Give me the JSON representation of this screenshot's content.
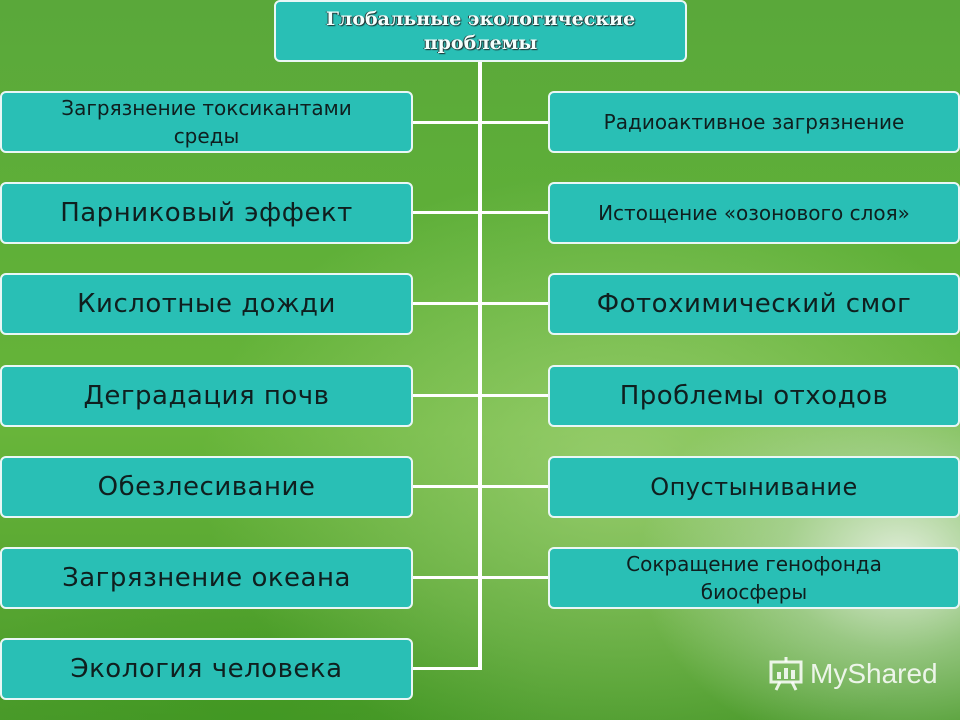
{
  "title": "Глобальные экологические проблемы",
  "left_items": [
    "Загрязнение токсикантами среды",
    "Парниковый эффект",
    "Кислотные дожди",
    "Деградация почв",
    "Обезлесивание",
    "Загрязнение океана",
    "Экология человека"
  ],
  "right_items": [
    "Радиоактивное загрязнение",
    "Истощение «озонового слоя»",
    "Фотохимический смог",
    "Проблемы отходов",
    "Опустынивание",
    "Сокращение генофонда биосферы"
  ],
  "watermark": "MyShared",
  "colors": {
    "box": "#29bfb5",
    "border": "#e9f7f6",
    "connector": "#ffffff"
  }
}
